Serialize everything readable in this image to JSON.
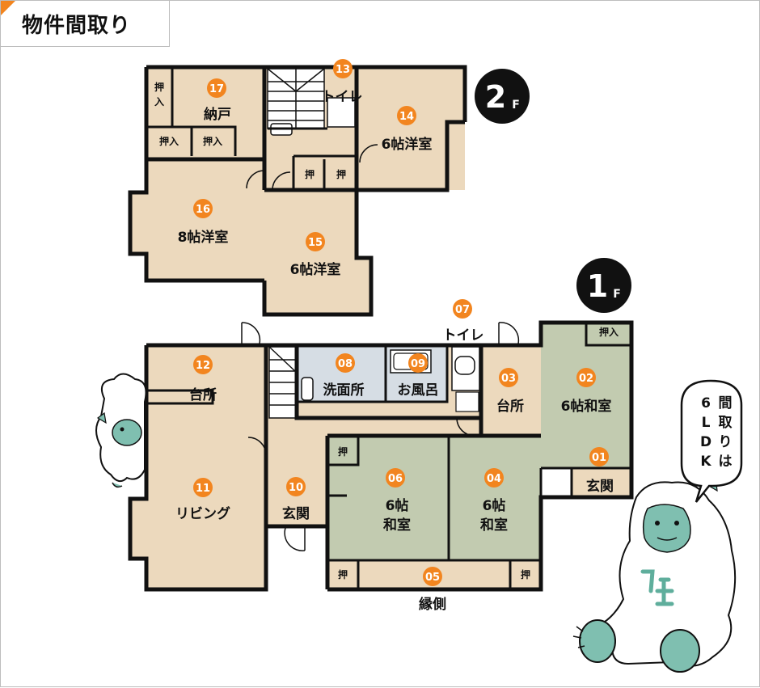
{
  "page_title": "物件間取り",
  "floors": {
    "second": "2",
    "first": "1",
    "suffix": "F"
  },
  "speech": [
    "間",
    "取",
    "り",
    "は",
    "6",
    "L",
    "D",
    "K"
  ],
  "rooms": {
    "r01": {
      "num": "01",
      "label": "玄関"
    },
    "r02": {
      "num": "02",
      "label": "6帖和室"
    },
    "r03": {
      "num": "03",
      "label": "台所"
    },
    "r04": {
      "num": "04",
      "label1": "6帖",
      "label2": "和室"
    },
    "r05": {
      "num": "05",
      "label": "縁側"
    },
    "r06": {
      "num": "06",
      "label1": "6帖",
      "label2": "和室"
    },
    "r07": {
      "num": "07",
      "label": "トイレ"
    },
    "r08": {
      "num": "08",
      "label": "洗面所"
    },
    "r09": {
      "num": "09",
      "label": "お風呂"
    },
    "r10": {
      "num": "10",
      "label": "玄関"
    },
    "r11": {
      "num": "11",
      "label": "リビング"
    },
    "r12": {
      "num": "12",
      "label": "台所"
    },
    "r13": {
      "num": "13",
      "label": "トイレ"
    },
    "r14": {
      "num": "14",
      "label": "6帖洋室"
    },
    "r15": {
      "num": "15",
      "label": "6帖洋室"
    },
    "r16": {
      "num": "16",
      "label": "8帖洋室"
    },
    "r17": {
      "num": "17",
      "label": "納戸"
    }
  },
  "closets": {
    "oshiire": "押入",
    "oshi": "押",
    "oshi_v1": "押",
    "oshi_v2": "入"
  },
  "colors": {
    "western_floor": "#ecd9bd",
    "tatami_floor": "#c2cbb0",
    "wet_floor": "#d6dde4",
    "wall": "#111111",
    "accent": "#f2851f",
    "creature": "#7fbfb0"
  }
}
